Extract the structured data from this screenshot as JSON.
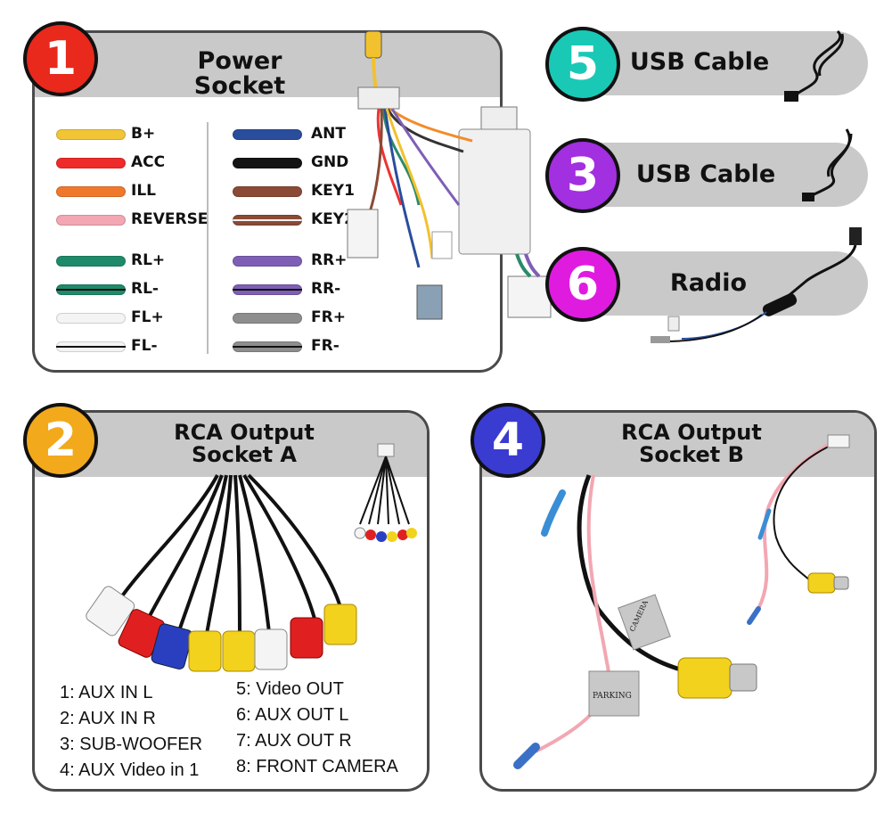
{
  "sections": {
    "power": {
      "number": "1",
      "title": "Power Socket",
      "color": "#e8291c"
    },
    "rca_a": {
      "number": "2",
      "title_line1": "RCA Output",
      "title_line2": "Socket A",
      "color": "#f2a91c"
    },
    "usb_3": {
      "number": "3",
      "title": "USB Cable",
      "color": "#a22fe0"
    },
    "rca_b": {
      "number": "4",
      "title_line1": "RCA Output",
      "title_line2": "Socket B",
      "color": "#3a3bd1"
    },
    "usb_5": {
      "number": "5",
      "title": "USB Cable",
      "color": "#19c9b6"
    },
    "radio": {
      "number": "6",
      "title": "Radio",
      "color": "#e01be0"
    }
  },
  "wires_left": [
    {
      "label": "B+",
      "color": "#f1c536"
    },
    {
      "label": "ACC",
      "color": "#ef2a2a"
    },
    {
      "label": "ILL",
      "color": "#f0782c"
    },
    {
      "label": "REVERSE",
      "color": "#f2a7b2"
    },
    {
      "label": "RL+",
      "color": "#1f8a6a"
    },
    {
      "label": "RL-",
      "color": "#1f8a6a",
      "stripe": "#111"
    },
    {
      "label": "FL+",
      "color": "#f4f4f4"
    },
    {
      "label": "FL-",
      "color": "#f4f4f4",
      "stripe": "#111"
    }
  ],
  "wires_right": [
    {
      "label": "ANT",
      "color": "#2a4d9c"
    },
    {
      "label": "GND",
      "color": "#141414"
    },
    {
      "label": "KEY1",
      "color": "#8b4a36"
    },
    {
      "label": "KEY2",
      "color": "#8b4a36",
      "stripe": "#f0f0f0"
    },
    {
      "label": "RR+",
      "color": "#7e5fb5"
    },
    {
      "label": "RR-",
      "color": "#7e5fb5",
      "stripe": "#111"
    },
    {
      "label": "FR+",
      "color": "#8e8e8e"
    },
    {
      "label": "FR-",
      "color": "#8e8e8e",
      "stripe": "#111"
    }
  ],
  "rca_a_list_left": [
    "1: AUX IN L",
    "2: AUX IN R",
    "3: SUB-WOOFER",
    "4: AUX Video in 1"
  ],
  "rca_a_list_right": [
    "5: Video OUT",
    "6: AUX OUT L",
    "7: AUX OUT R",
    "8: FRONT CAMERA"
  ],
  "tags": {
    "camera": "CAMERA",
    "parking": "PARKING"
  }
}
